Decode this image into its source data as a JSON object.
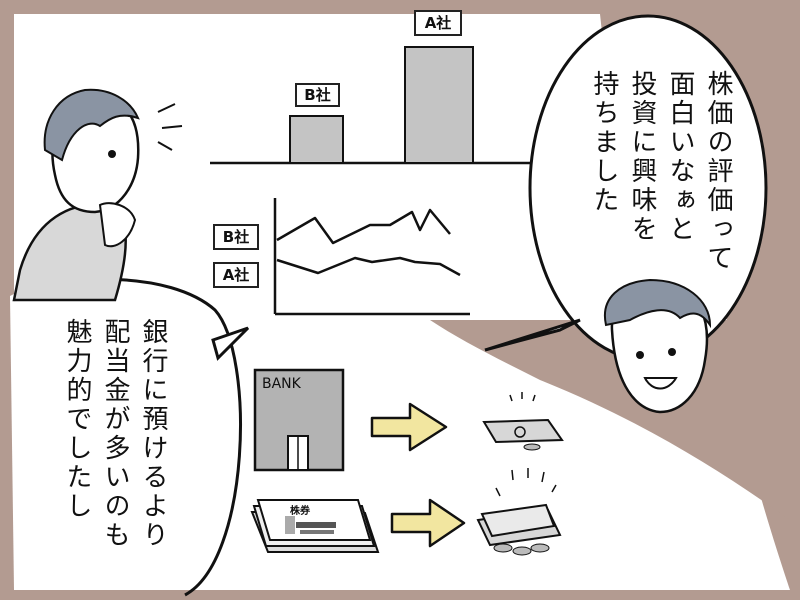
{
  "colors": {
    "background": "#b39b91",
    "panel": "#ffffff",
    "ink": "#111111",
    "building": "#b3b3b3",
    "bar_fill": "#c4c4c4",
    "arrow_fill": "#f2e6a0",
    "skin": "#ffffff",
    "hair": "#8a94a3"
  },
  "bar_chart": {
    "labels": [
      "B社",
      "A社"
    ]
  },
  "line_chart": {
    "labels": [
      "B社",
      "A社"
    ]
  },
  "bank": {
    "sign": "BANK"
  },
  "stock_certificate": {
    "title": "株券"
  },
  "speech_right": {
    "lines": [
      "株価の評価って",
      "面白いなぁと",
      "投資に興味を",
      "持ちました"
    ]
  },
  "speech_left": {
    "lines": [
      "銀行に預けるより",
      "配当金が多いのも",
      "魅力的でしたし"
    ]
  },
  "icons": [
    "bank-building",
    "stock-certificate",
    "money-small",
    "money-large",
    "arrow-right"
  ]
}
